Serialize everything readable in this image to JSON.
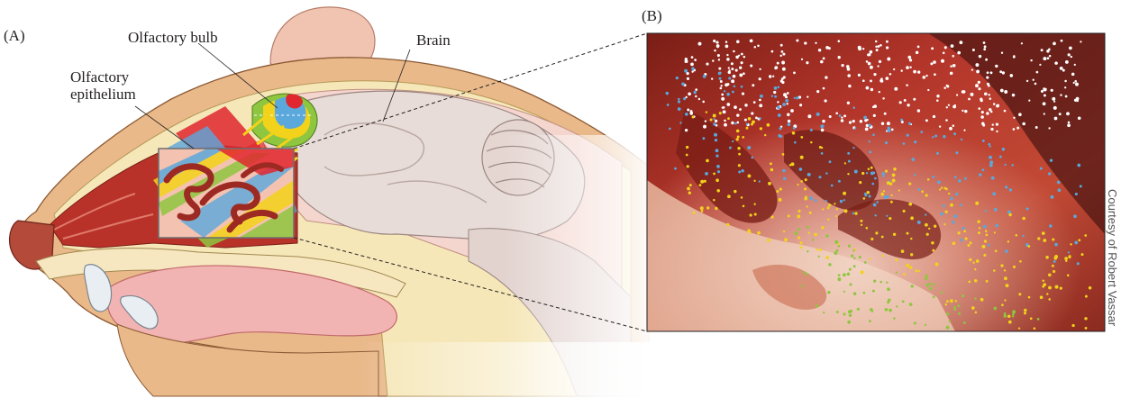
{
  "panels": {
    "a": {
      "letter": "(A)"
    },
    "b": {
      "letter": "(B)"
    }
  },
  "labels": {
    "olfactory_bulb": "Olfactory bulb",
    "brain": "Brain",
    "olfactory_epithelium_line1": "Olfactory",
    "olfactory_epithelium_line2": "epithelium"
  },
  "credit": "Courtesy of Robert Vassar",
  "colors": {
    "zone_red": "#e0262f",
    "zone_blue": "#5aa8dc",
    "zone_yellow": "#f2d21a",
    "zone_green": "#8ec63f",
    "tissue_red": "#b8322a",
    "skin": "#e9b98a",
    "brain": "#e8dcd8",
    "tongue": "#f2b3b3"
  }
}
